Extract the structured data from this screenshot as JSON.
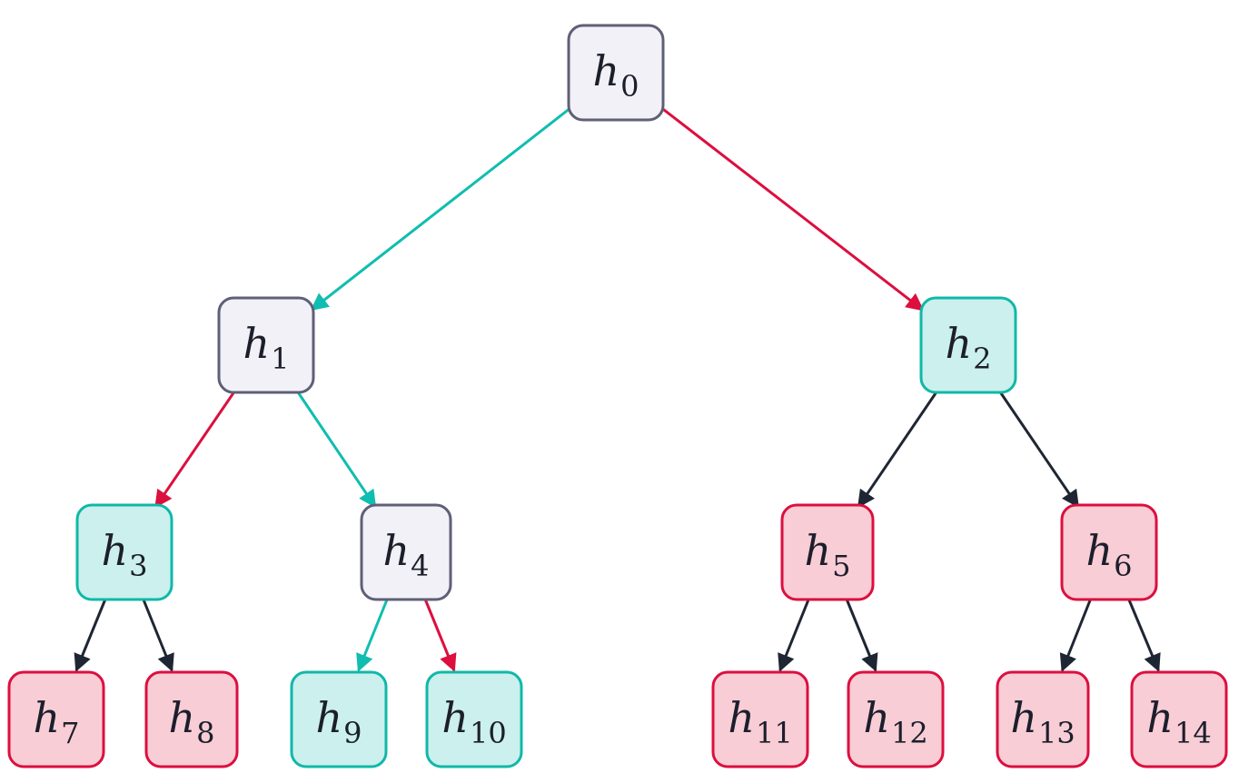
{
  "colors": {
    "gray": {
      "fill": "#f1f1f7",
      "stroke": "#5f5f77"
    },
    "teal": {
      "fill": "#cbf0ed",
      "stroke": "#10b8a8"
    },
    "red": {
      "fill": "#f8cdd6",
      "stroke": "#dc0f3f"
    },
    "edge_teal": "#10bdb0",
    "edge_red": "#dc0f3f",
    "edge_dark": "#1f2633"
  },
  "nodes": [
    {
      "id": "h0",
      "base": "h",
      "sub": "0",
      "color": "gray"
    },
    {
      "id": "h1",
      "base": "h",
      "sub": "1",
      "color": "gray"
    },
    {
      "id": "h2",
      "base": "h",
      "sub": "2",
      "color": "teal"
    },
    {
      "id": "h3",
      "base": "h",
      "sub": "3",
      "color": "teal"
    },
    {
      "id": "h4",
      "base": "h",
      "sub": "4",
      "color": "gray"
    },
    {
      "id": "h5",
      "base": "h",
      "sub": "5",
      "color": "red"
    },
    {
      "id": "h6",
      "base": "h",
      "sub": "6",
      "color": "red"
    },
    {
      "id": "h7",
      "base": "h",
      "sub": "7",
      "color": "red"
    },
    {
      "id": "h8",
      "base": "h",
      "sub": "8",
      "color": "red"
    },
    {
      "id": "h9",
      "base": "h",
      "sub": "9",
      "color": "teal"
    },
    {
      "id": "h10",
      "base": "h",
      "sub": "10",
      "color": "teal"
    },
    {
      "id": "h11",
      "base": "h",
      "sub": "11",
      "color": "red"
    },
    {
      "id": "h12",
      "base": "h",
      "sub": "12",
      "color": "red"
    },
    {
      "id": "h13",
      "base": "h",
      "sub": "13",
      "color": "red"
    },
    {
      "id": "h14",
      "base": "h",
      "sub": "14",
      "color": "red"
    }
  ],
  "edges": [
    {
      "from": "h0",
      "to": "h1",
      "color": "edge_teal"
    },
    {
      "from": "h0",
      "to": "h2",
      "color": "edge_red"
    },
    {
      "from": "h1",
      "to": "h3",
      "color": "edge_red"
    },
    {
      "from": "h1",
      "to": "h4",
      "color": "edge_teal"
    },
    {
      "from": "h2",
      "to": "h5",
      "color": "edge_dark"
    },
    {
      "from": "h2",
      "to": "h6",
      "color": "edge_dark"
    },
    {
      "from": "h3",
      "to": "h7",
      "color": "edge_dark"
    },
    {
      "from": "h3",
      "to": "h8",
      "color": "edge_dark"
    },
    {
      "from": "h4",
      "to": "h9",
      "color": "edge_teal"
    },
    {
      "from": "h4",
      "to": "h10",
      "color": "edge_red"
    },
    {
      "from": "h5",
      "to": "h11",
      "color": "edge_dark"
    },
    {
      "from": "h5",
      "to": "h12",
      "color": "edge_dark"
    },
    {
      "from": "h6",
      "to": "h13",
      "color": "edge_dark"
    },
    {
      "from": "h6",
      "to": "h14",
      "color": "edge_dark"
    }
  ]
}
